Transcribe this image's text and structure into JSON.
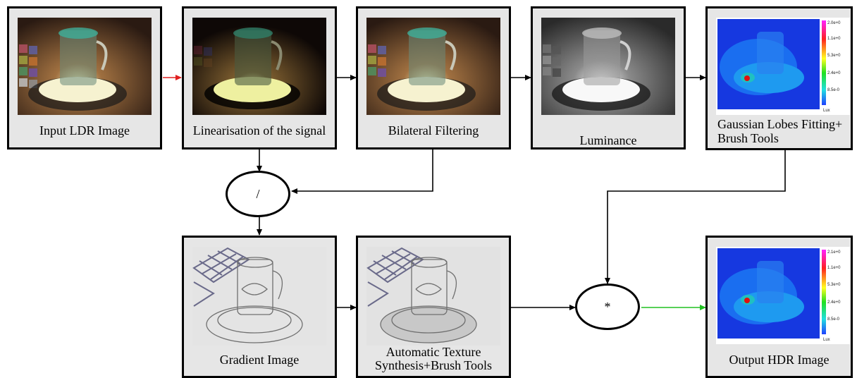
{
  "nodes": {
    "input_ldr": {
      "label": "Input LDR Image"
    },
    "linearisation": {
      "label": "Linearisation of the signal"
    },
    "bilateral": {
      "label": "Bilateral Filtering"
    },
    "luminance": {
      "label": "Luminance"
    },
    "gaussian": {
      "label_line1": "Gaussian Lobes Fitting+",
      "label_line2": "Brush Tools"
    },
    "gradient": {
      "label": "Gradient Image"
    },
    "texture": {
      "label_line1": "Automatic Texture",
      "label_line2": "Synthesis+Brush Tools"
    },
    "output_hdr": {
      "label": "Output HDR Image"
    }
  },
  "operators": {
    "divide": "/",
    "multiply": "*"
  },
  "legend_top": {
    "ticks": [
      "2.0e+0",
      "1.1e+0",
      "5.3e+0",
      "2.4e+0",
      "8.5e-0"
    ],
    "unit": "Lux"
  },
  "legend_bottom": {
    "ticks": [
      "2.1e+0",
      "1.1e+0",
      "5.3e+0",
      "2.4e+0",
      "8.5e-0"
    ],
    "unit": "Lux"
  },
  "colors": {
    "arrow_red": "#e02020",
    "arrow_green": "#20c020",
    "arrow_black": "#000000",
    "box_fill": "#e6e6e6"
  }
}
